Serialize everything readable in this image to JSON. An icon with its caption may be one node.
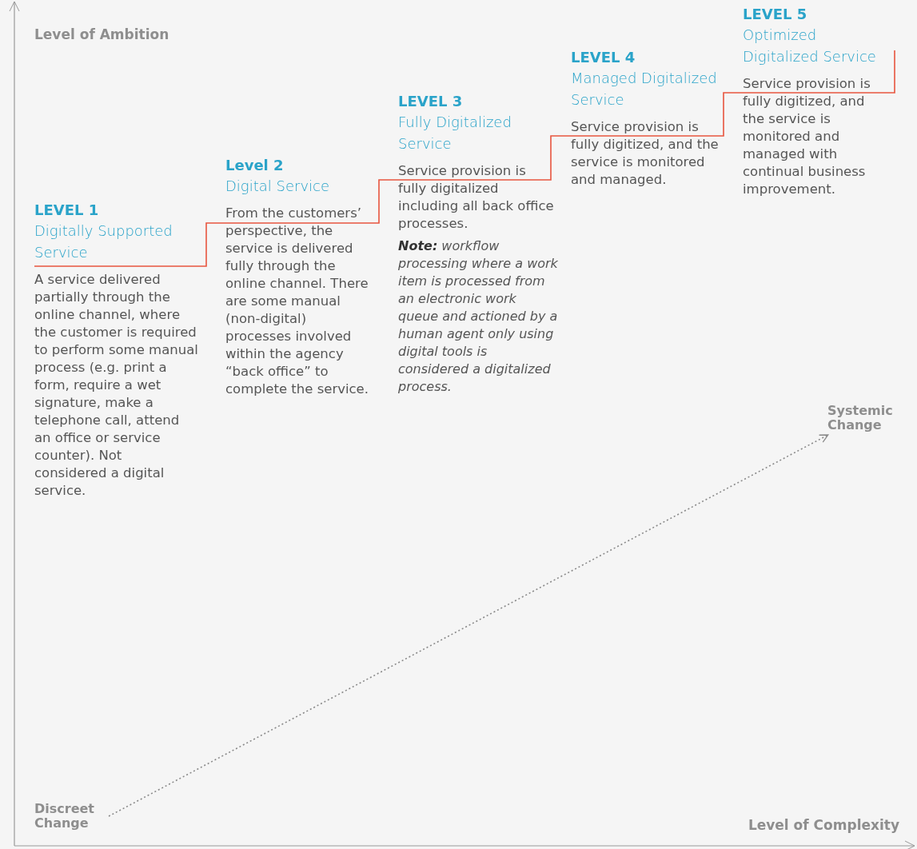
{
  "diagram": {
    "nodes": [
      {
        "text": [
          "LEVEL 1",
          "Digitally Supported Service",
          "A service delivered partially through the online channel, where the customer is required to perform some manual process (e.g. print a form, require a wet signature, make a telephone call, attend an office or service counter). Not considered a digital service."
        ]
      },
      {
        "text": [
          "Level 2",
          "Digital Service",
          "From the customers’ perspective, the service is delivered fully through the online channel. There are some manual (non-digital) processes involved within the agency “back office” to complete the service."
        ]
      },
      {
        "text": [
          "LEVEL 3",
          "Fully Digitalized Service",
          "Service provision is fully digitalized including all back office processes.",
          "**Note:** workflow processing where a work item is processed from an electronic work queue and actioned by a human agent only using digital tools is considered a digitalized process."
        ]
      },
      {
        "text": [
          "LEVEL 4",
          "Managed Digitalized Service",
          "Service provision is fully digitized, and the service is monitored and managed."
        ]
      },
      {
        "text": [
          "LEVEL 5",
          "Optimized Digitalized Service",
          "Service provision is fully digitized, and the service is monitored and managed with continual business improvement."
        ]
      },
      {
        "text": [
          "Discreet Change"
        ]
      },
      {
        "text": [
          "Systemic Change"
        ]
      }
    ],
    "edges": [
      {
        "from": 5,
        "to": 6,
        "arrow": "to",
        "style": "dashed"
      }
    ],
    "labels": [
      "Level of Ambition",
      "Level of Complexity"
    ]
  }
}
